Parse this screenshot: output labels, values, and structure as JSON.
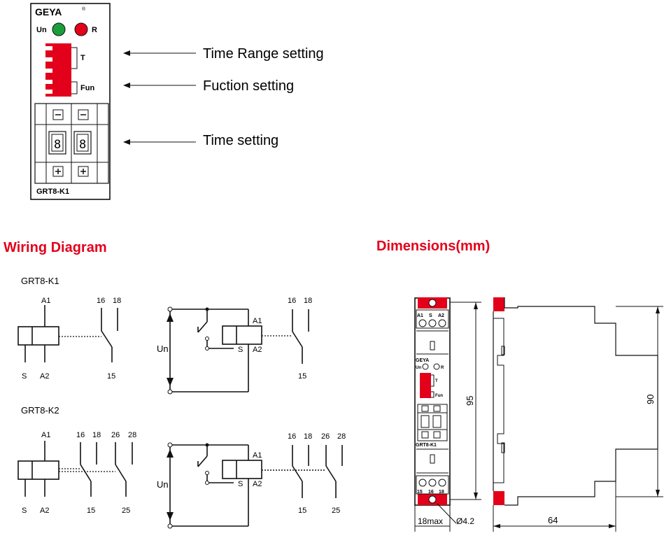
{
  "device": {
    "brand": "GEYA",
    "led_un": "Un",
    "led_r": "R",
    "dip_t_label": "T",
    "dip_fun_label": "Fun",
    "model": "GRT8-K1",
    "led_un_color": "#1a9e3a",
    "led_r_color": "#e3001b",
    "accent_color": "#e3001b"
  },
  "callouts": {
    "time_range": "Time Range setting",
    "function": "Fuction setting",
    "time": "Time setting"
  },
  "sections": {
    "wiring": "Wiring Diagram",
    "dimensions": "Dimensions(mm)"
  },
  "wiring": {
    "k1": {
      "title": "GRT8-K1",
      "a1": "A1",
      "s": "S",
      "a2": "A2",
      "c16": "16",
      "c18": "18",
      "c15": "15",
      "un": "Un"
    },
    "k2": {
      "title": "GRT8-K2",
      "a1": "A1",
      "s": "S",
      "a2": "A2",
      "c16": "16",
      "c18": "18",
      "c15": "15",
      "c26": "26",
      "c28": "28",
      "c25": "25",
      "un": "Un"
    }
  },
  "dimensions": {
    "height": "95",
    "inner_height": "90",
    "width": "18max",
    "hole": "Ø4.2",
    "depth": "64",
    "terminals_top": [
      "A1",
      "S",
      "A2"
    ],
    "terminals_bottom": [
      "15",
      "16",
      "18"
    ],
    "mini_model": "GRT8-K1",
    "mini_brand": "GEYA",
    "mini_un": "Un",
    "mini_r": "R",
    "mini_t": "T",
    "mini_fun": "Fun"
  }
}
